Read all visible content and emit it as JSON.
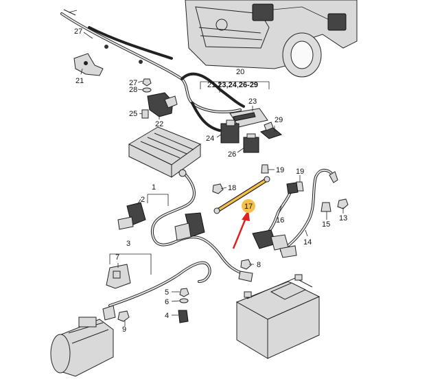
{
  "callouts": {
    "c1": "1",
    "c2": "2",
    "c3": "3",
    "c4": "4",
    "c5": "5",
    "c6": "6",
    "c7": "7",
    "c8": "8",
    "c9": "9",
    "c13": "13",
    "c14": "14",
    "c15": "15",
    "c16": "16",
    "c17": "17",
    "c18": "18",
    "c19a": "19",
    "c19b": "19",
    "c20": "20",
    "c21": "21",
    "c22": "22",
    "c23": "23",
    "c24": "24",
    "c25": "25",
    "c26": "26",
    "c27a": "27",
    "c27b": "27",
    "c28": "28",
    "c29": "29"
  },
  "group20": {
    "p1": "21,",
    "p2": "23,",
    "p3": "24",
    "p4": ",",
    "p5": "26",
    "p6": "-29"
  },
  "colors": {
    "highlight": "#f5c04a",
    "arrow": "#e0201e",
    "line": "#222222"
  }
}
